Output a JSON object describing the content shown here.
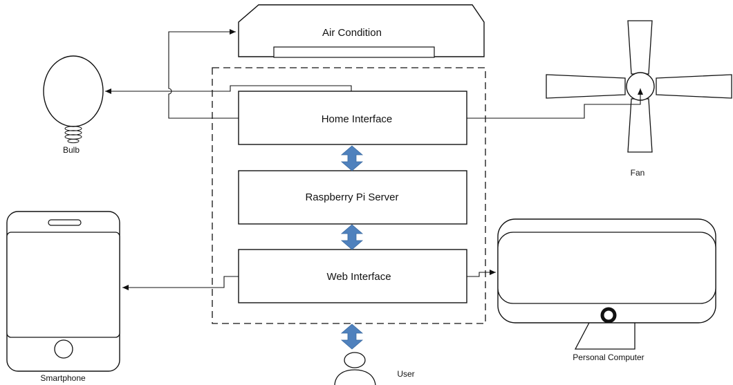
{
  "labels": {
    "air_condition": "Air Condition",
    "home_interface": "Home Interface",
    "raspberry_pi_server": "Raspberry Pi Server",
    "web_interface": "Web Interface",
    "bulb": "Bulb",
    "fan": "Fan",
    "smartphone": "Smartphone",
    "personal_computer": "Personal Computer",
    "user": "User"
  },
  "colors": {
    "stroke": "#111111",
    "arrow_fill": "#4f81bd"
  }
}
